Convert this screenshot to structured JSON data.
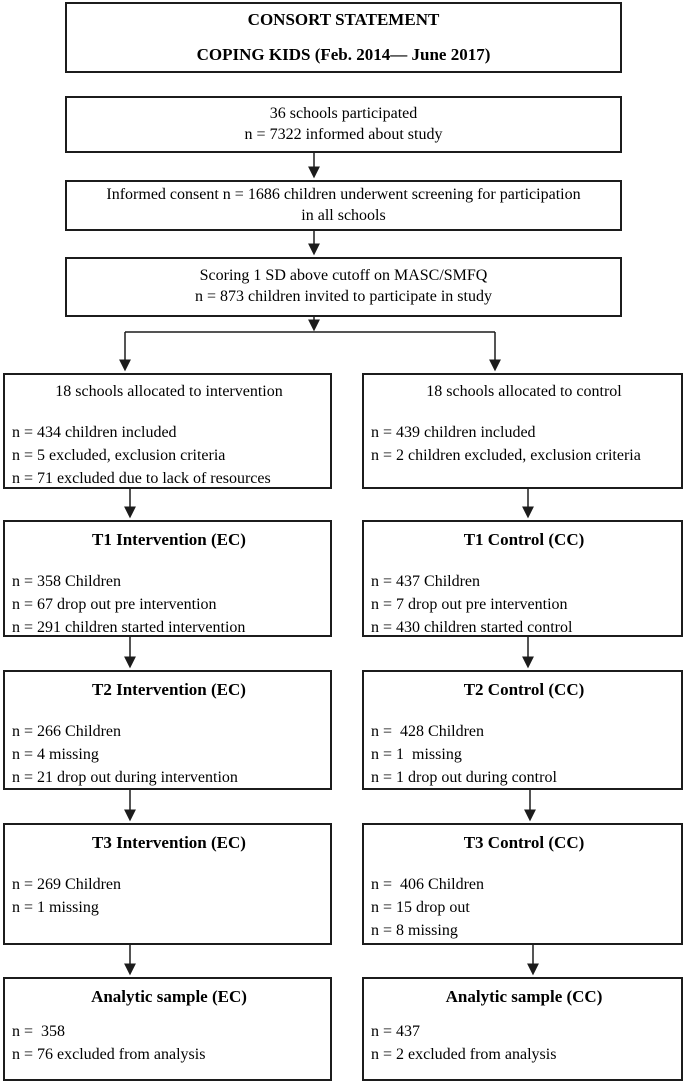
{
  "colors": {
    "background": "#ffffff",
    "border": "#1c1c1c",
    "text": "#000000"
  },
  "header": {
    "line1": "CONSORT STATEMENT",
    "line2": "COPING KIDS (Feb. 2014— June 2017)"
  },
  "flow": {
    "participated": {
      "line1": "36 schools participated",
      "line2": "n = 7322 informed about study"
    },
    "consent": {
      "line1": "Informed consent n = 1686 children underwent screening for participation",
      "line2": "in all schools"
    },
    "scoring": {
      "line1": "Scoring 1 SD above cutoff on MASC/SMFQ",
      "line2": "n = 873 children invited to participate in study"
    }
  },
  "intervention": {
    "allocation": {
      "title": "18 schools allocated to intervention",
      "line1": "n = 434 children included",
      "line2": "n = 5 excluded, exclusion criteria",
      "line3": "n = 71 excluded due to lack of resources"
    },
    "t1": {
      "title": "T1 Intervention (EC)",
      "line1": "n = 358 Children",
      "line2": "n = 67 drop out pre intervention",
      "line3": "n = 291 children started intervention"
    },
    "t2": {
      "title": "T2 Intervention (EC)",
      "line1": "n = 266 Children",
      "line2": "n = 4 missing",
      "line3": "n = 21 drop out during intervention"
    },
    "t3": {
      "title": "T3 Intervention (EC)",
      "line1": "n = 269 Children",
      "line2": "n = 1 missing"
    },
    "analytic": {
      "title": "Analytic sample (EC)",
      "line1": "n =  358",
      "line2": "n = 76 excluded from analysis"
    }
  },
  "control": {
    "allocation": {
      "title": "18 schools allocated to control",
      "line1": "n = 439 children included",
      "line2": "n = 2 children excluded, exclusion criteria"
    },
    "t1": {
      "title": "T1 Control (CC)",
      "line1": "n = 437 Children",
      "line2": "n = 7 drop out pre intervention",
      "line3": "n = 430 children started control"
    },
    "t2": {
      "title": "T2 Control (CC)",
      "line1": "n =  428 Children",
      "line2": "n = 1  missing",
      "line3": "n = 1 drop out during control"
    },
    "t3": {
      "title": "T3 Control (CC)",
      "line1": "n =  406 Children",
      "line2": "n = 15 drop out",
      "line3": "n = 8 missing"
    },
    "analytic": {
      "title": "Analytic sample (CC)",
      "line1": "n = 437",
      "line2": "n = 2 excluded from analysis"
    }
  }
}
